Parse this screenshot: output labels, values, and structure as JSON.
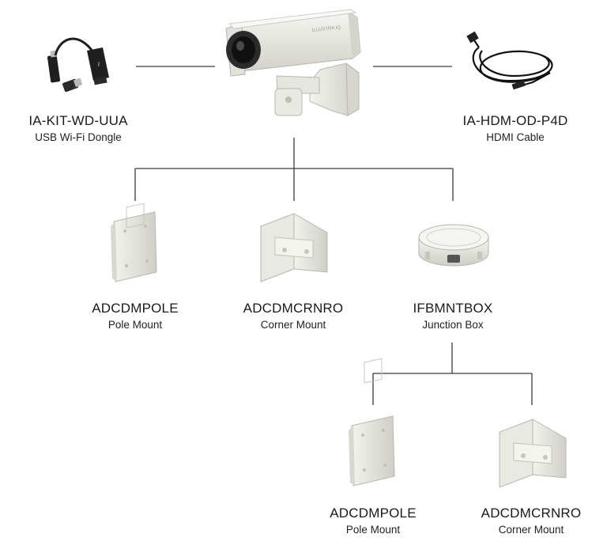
{
  "camera": {
    "brand_text": "ILLUSTRA IQ"
  },
  "products": [
    {
      "code": "IA-KIT-WD-UUA",
      "description": "USB Wi-Fi Dongle",
      "icon": "usb-wifi-dongle-icon"
    },
    {
      "code": "IA-HDM-OD-P4D",
      "description": "HDMI Cable",
      "icon": "hdmi-cable-icon"
    },
    {
      "code": "ADCDMPOLE",
      "description": "Pole Mount",
      "icon": "pole-mount-icon"
    },
    {
      "code": "ADCDMCRNRO",
      "description": "Corner Mount",
      "icon": "corner-mount-icon"
    },
    {
      "code": "IFBMNTBOX",
      "description": "Junction Box",
      "icon": "junction-box-icon"
    },
    {
      "code": "ADCDMPOLE",
      "description": "Pole Mount",
      "icon": "pole-mount-icon"
    },
    {
      "code": "ADCDMCRNRO",
      "description": "Corner Mount",
      "icon": "corner-mount-icon"
    }
  ],
  "colors": {
    "line": "#3a3a3a",
    "device": "#ecece6",
    "device_shade": "#c9c9c1",
    "lens": "#1c1c1c"
  }
}
